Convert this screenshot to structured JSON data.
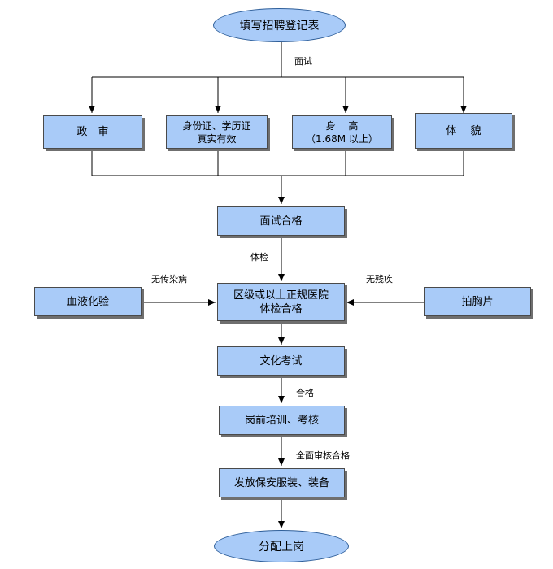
{
  "start": "填写招聘登记表",
  "end": "分配上岗",
  "edges": {
    "interview": "面试",
    "physical": "体检",
    "no_infectious": "无传染病",
    "no_disability": "无残疾",
    "pass": "合格",
    "full_review": "全面审核合格"
  },
  "nodes": {
    "political": "政　审",
    "documents": "身份证、学历证\n真实有效",
    "height": "身　 高\n（1.68M 以上）",
    "appearance": "体　 貌",
    "interview_pass": "面试合格",
    "blood_test": "血液化验",
    "hospital_exam": "区级或以上正规医院\n体检合格",
    "chest_xray": "拍胸片",
    "written_exam": "文化考试",
    "training": "岗前培训、考核",
    "uniform": "发放保安服装、装备"
  }
}
